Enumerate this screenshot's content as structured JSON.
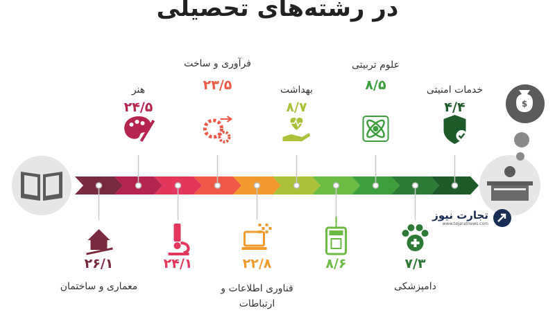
{
  "title": "در رشته‌های تحصیلی",
  "brand": {
    "name": "تجارت نیوز",
    "site": "www.tejaratnews.com"
  },
  "fields": [
    {
      "label": "معماری و ساختمان",
      "value": "۲۶/۱",
      "color": "#7a2a3f",
      "icon": "house-icon",
      "side": "bottom"
    },
    {
      "label": "هنر",
      "value": "۲۴/۵",
      "color": "#b5244f",
      "icon": "palette-icon",
      "side": "top"
    },
    {
      "label": "",
      "value": "۲۴/۱",
      "color": "#e2365d",
      "icon": "microscope-icon",
      "side": "bottom"
    },
    {
      "label": "فرآوری و ساخت",
      "value": "۲۳/۵",
      "color": "#ee5a47",
      "icon": "gears-icon",
      "side": "top"
    },
    {
      "label": "فناوری اطلاعات و ارتباطات",
      "value": "۲۲/۸",
      "color": "#f39a2e",
      "icon": "laptop-icon",
      "side": "bottom"
    },
    {
      "label": "بهداشت",
      "value": "۸/۷",
      "color": "#a9c23a",
      "icon": "health-hand-icon",
      "side": "top"
    },
    {
      "label": "",
      "value": "۸/۶",
      "color": "#6cbb45",
      "icon": "press-badge-icon",
      "side": "bottom"
    },
    {
      "label": "علوم تربیتی",
      "value": "۸/۵",
      "color": "#3d9e3d",
      "icon": "atom-icon",
      "side": "top"
    },
    {
      "label": "دامپزشکی",
      "value": "۷/۳",
      "color": "#2c7a35",
      "icon": "paw-icon",
      "side": "bottom"
    },
    {
      "label": "خدمات امنیتی",
      "value": "۴/۴",
      "color": "#1f5a2b",
      "icon": "shield-check-icon",
      "side": "top"
    }
  ],
  "icons": {
    "start": "open-book-icon",
    "end": "office-desk-icon",
    "money": "money-bag-icon"
  }
}
